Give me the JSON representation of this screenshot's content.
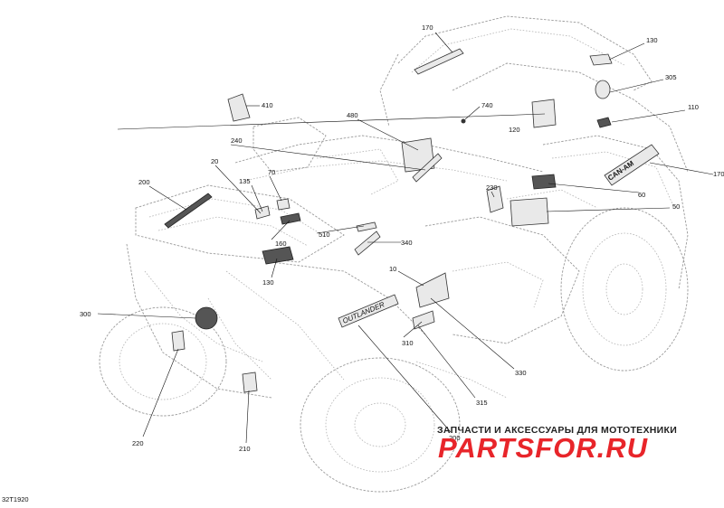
{
  "diagram_code": "32T1920",
  "watermark": {
    "tagline": "ЗАПЧАСТИ И АКСЕССУАРЫ ДЛЯ МОТОТЕХНИКИ",
    "logo": "PARTSFOR.RU"
  },
  "callouts": {
    "c170a": "170",
    "c130a": "130",
    "c305": "305",
    "c110": "110",
    "c170b": "170",
    "c410": "410",
    "c480": "480",
    "c740": "740",
    "c120": "120",
    "c240": "240",
    "c200a": "200",
    "c20": "20",
    "c135": "135",
    "c70": "70",
    "c60": "60",
    "c50": "50",
    "c230": "230",
    "c160": "160",
    "c510": "510",
    "c340": "340",
    "c130b": "130",
    "c10": "10",
    "c300": "300",
    "c310": "310",
    "c330": "330",
    "c315": "315",
    "c220": "220",
    "c210": "210",
    "c200b": "200"
  },
  "decal_text": {
    "brand_side": "CAN-AM",
    "model_side": "OUTLANDER"
  }
}
